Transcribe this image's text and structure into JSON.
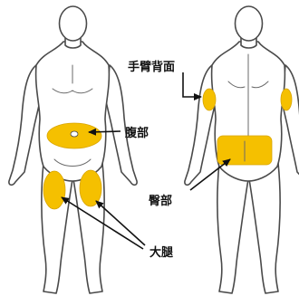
{
  "highlight_color": "#f5c000",
  "labels": {
    "arm_back": "手臂背面",
    "abdomen": "腹部",
    "buttocks": "臀部",
    "thigh": "大腿"
  }
}
